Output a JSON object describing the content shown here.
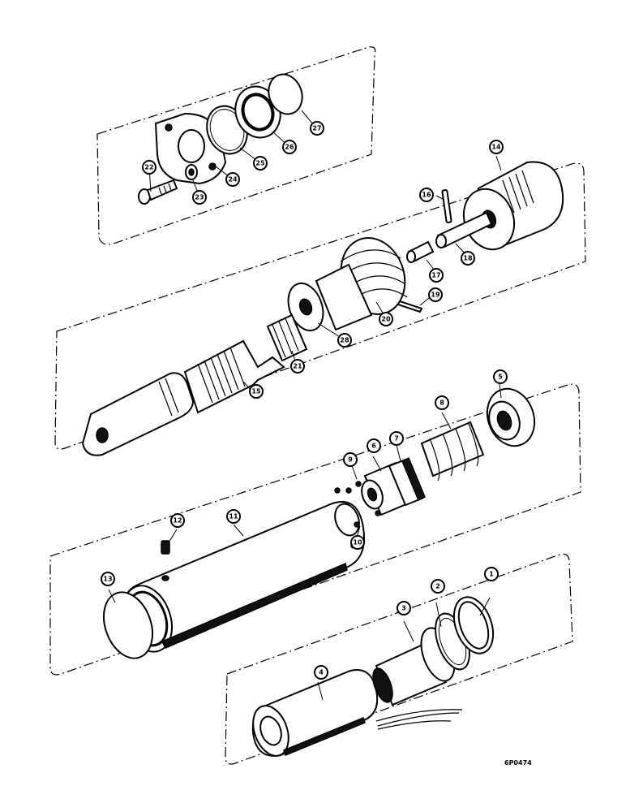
{
  "diagram": {
    "reference_code": "6P0474",
    "callouts": [
      {
        "id": "c1",
        "label": "1"
      },
      {
        "id": "c2",
        "label": "2"
      },
      {
        "id": "c3",
        "label": "3"
      },
      {
        "id": "c4",
        "label": "4"
      },
      {
        "id": "c5",
        "label": "5"
      },
      {
        "id": "c6",
        "label": "6"
      },
      {
        "id": "c7",
        "label": "7"
      },
      {
        "id": "c8",
        "label": "8"
      },
      {
        "id": "c9",
        "label": "9"
      },
      {
        "id": "c10",
        "label": "10"
      },
      {
        "id": "c11",
        "label": "11"
      },
      {
        "id": "c12",
        "label": "12"
      },
      {
        "id": "c13",
        "label": "13"
      },
      {
        "id": "c14",
        "label": "14"
      },
      {
        "id": "c15",
        "label": "15"
      },
      {
        "id": "c16",
        "label": "16"
      },
      {
        "id": "c17",
        "label": "17"
      },
      {
        "id": "c18",
        "label": "18"
      },
      {
        "id": "c19",
        "label": "19"
      },
      {
        "id": "c20",
        "label": "20"
      },
      {
        "id": "c21",
        "label": "21"
      },
      {
        "id": "c22",
        "label": "22"
      },
      {
        "id": "c23",
        "label": "23"
      },
      {
        "id": "c24",
        "label": "24"
      },
      {
        "id": "c25",
        "label": "25"
      },
      {
        "id": "c26",
        "label": "26"
      },
      {
        "id": "c27",
        "label": "27"
      },
      {
        "id": "c28",
        "label": "28"
      }
    ]
  }
}
